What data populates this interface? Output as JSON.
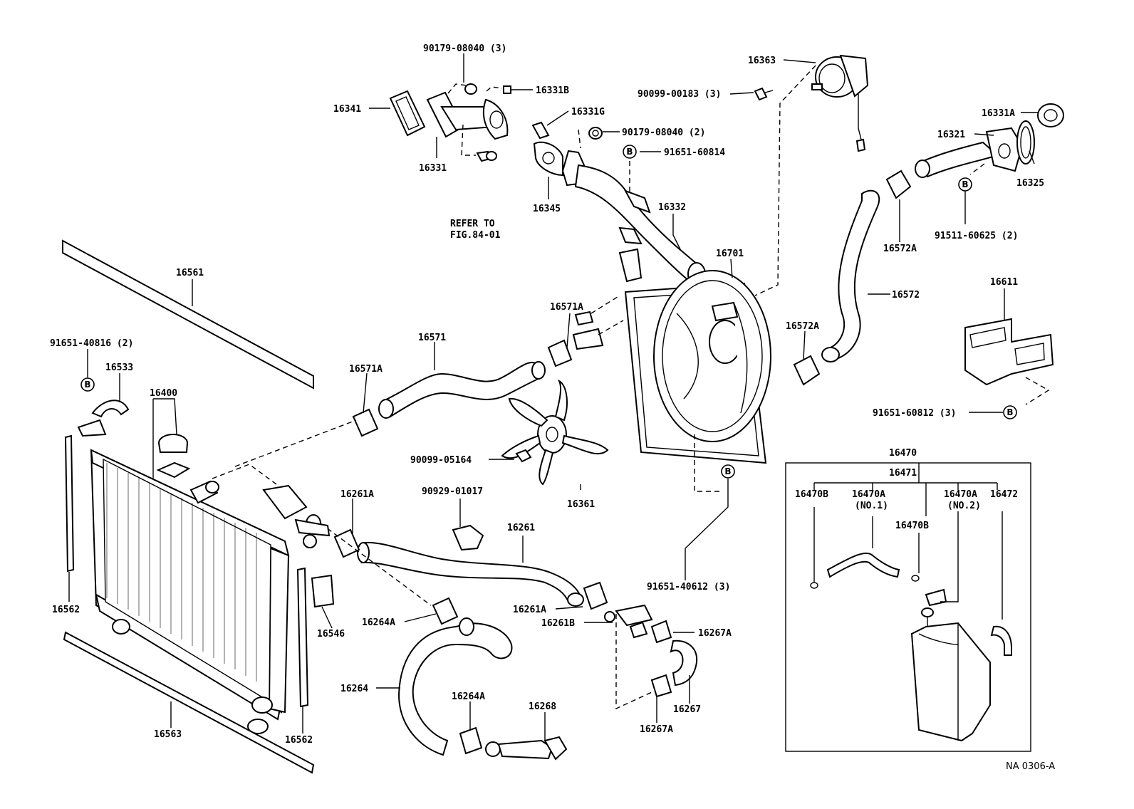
{
  "figure_code": "NA 0306-A",
  "refer_note": {
    "line1": "REFER TO",
    "line2": "FIG.84-01"
  },
  "parts": [
    {
      "id": "p1",
      "label": "90179-08040 (3)"
    },
    {
      "id": "p2",
      "label": "16331B"
    },
    {
      "id": "p3",
      "label": "16341"
    },
    {
      "id": "p4",
      "label": "16331G"
    },
    {
      "id": "p5",
      "label": "90179-08040 (2)"
    },
    {
      "id": "p6",
      "label": "16331"
    },
    {
      "id": "p7",
      "label": "91651-60814"
    },
    {
      "id": "p8",
      "label": "16345"
    },
    {
      "id": "p9",
      "label": "16363"
    },
    {
      "id": "p10",
      "label": "90099-00183 (3)"
    },
    {
      "id": "p11",
      "label": "16331A"
    },
    {
      "id": "p12",
      "label": "16321"
    },
    {
      "id": "p13",
      "label": "16325"
    },
    {
      "id": "p14",
      "label": "91511-60625 (2)"
    },
    {
      "id": "p15",
      "label": "16572A"
    },
    {
      "id": "p16",
      "label": "16332"
    },
    {
      "id": "p17",
      "label": "16701"
    },
    {
      "id": "p18",
      "label": "16572"
    },
    {
      "id": "p19",
      "label": "16611"
    },
    {
      "id": "p20",
      "label": "16561"
    },
    {
      "id": "p21",
      "label": "16571A"
    },
    {
      "id": "p22",
      "label": "16571"
    },
    {
      "id": "p23",
      "label": "16571A"
    },
    {
      "id": "p24",
      "label": "16572A"
    },
    {
      "id": "p25",
      "label": "91651-40816 (2)"
    },
    {
      "id": "p26",
      "label": "16533"
    },
    {
      "id": "p27",
      "label": "16400"
    },
    {
      "id": "p28",
      "label": "91651-60812 (3)"
    },
    {
      "id": "p29",
      "label": "90099-05164"
    },
    {
      "id": "p30",
      "label": "16470"
    },
    {
      "id": "p31",
      "label": "16471"
    },
    {
      "id": "p32",
      "label": "16361"
    },
    {
      "id": "p33",
      "label": "90929-01017"
    },
    {
      "id": "p34",
      "label": "16261A"
    },
    {
      "id": "p35",
      "label": "16470B"
    },
    {
      "id": "p36",
      "label": "16470A"
    },
    {
      "id": "p37",
      "label": "(NO.1)"
    },
    {
      "id": "p38",
      "label": "16470A"
    },
    {
      "id": "p39",
      "label": "(NO.2)"
    },
    {
      "id": "p40",
      "label": "16472"
    },
    {
      "id": "p41",
      "label": "16470B"
    },
    {
      "id": "p42",
      "label": "16261"
    },
    {
      "id": "p43",
      "label": "91651-40612 (3)"
    },
    {
      "id": "p44",
      "label": "16562"
    },
    {
      "id": "p45",
      "label": "16261A"
    },
    {
      "id": "p46",
      "label": "16261B"
    },
    {
      "id": "p47",
      "label": "16264A"
    },
    {
      "id": "p48",
      "label": "16267A"
    },
    {
      "id": "p49",
      "label": "16546"
    },
    {
      "id": "p50",
      "label": "16264"
    },
    {
      "id": "p51",
      "label": "16267"
    },
    {
      "id": "p52",
      "label": "16264A"
    },
    {
      "id": "p53",
      "label": "16268"
    },
    {
      "id": "p54",
      "label": "16267A"
    },
    {
      "id": "p55",
      "label": "16563"
    },
    {
      "id": "p56",
      "label": "16562"
    }
  ],
  "bolt_marker": "B"
}
